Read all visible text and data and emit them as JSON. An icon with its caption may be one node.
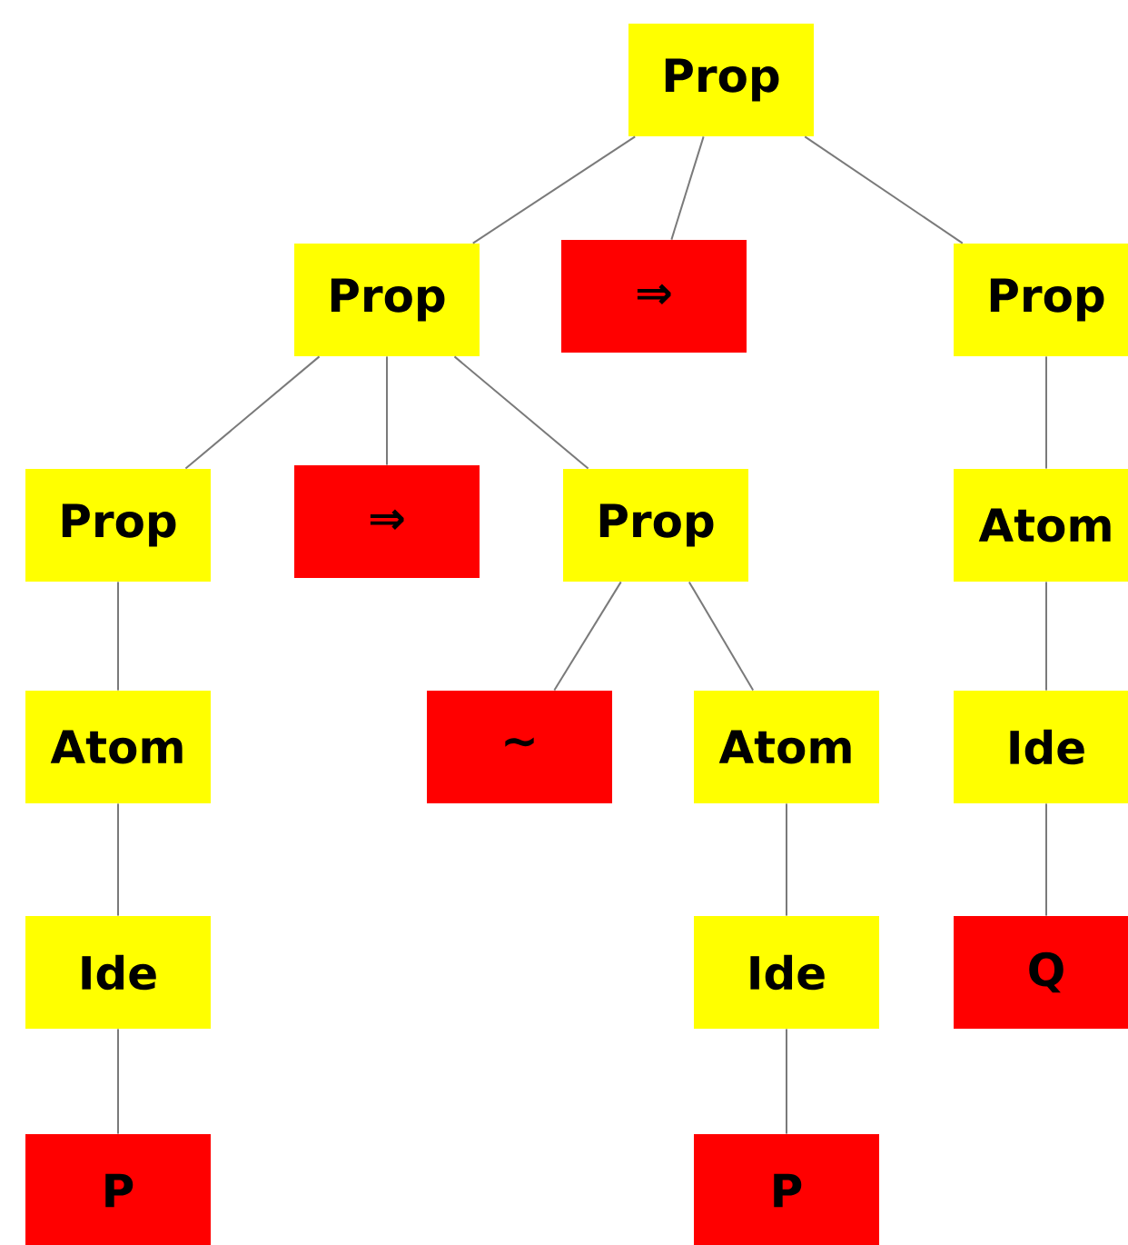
{
  "diagram": {
    "nodes": [
      {
        "text": [
          "Prop"
        ]
      },
      {
        "text": [
          "Prop"
        ]
      },
      {
        "text": [
          "⇒"
        ]
      },
      {
        "text": [
          "Prop"
        ]
      },
      {
        "text": [
          "Prop"
        ]
      },
      {
        "text": [
          "⇒"
        ]
      },
      {
        "text": [
          "Prop"
        ]
      },
      {
        "text": [
          "Atom"
        ]
      },
      {
        "text": [
          "Atom"
        ]
      },
      {
        "text": [
          "~"
        ]
      },
      {
        "text": [
          "Atom"
        ]
      },
      {
        "text": [
          "Ide"
        ]
      },
      {
        "text": [
          "Ide"
        ]
      },
      {
        "text": [
          "Ide"
        ]
      },
      {
        "text": [
          "Q"
        ]
      },
      {
        "text": [
          "P"
        ]
      },
      {
        "text": [
          "P"
        ]
      }
    ],
    "edges": [
      {
        "from": 0,
        "to": 1,
        "arrow": "none"
      },
      {
        "from": 0,
        "to": 2,
        "arrow": "none"
      },
      {
        "from": 0,
        "to": 3,
        "arrow": "none"
      },
      {
        "from": 1,
        "to": 4,
        "arrow": "none"
      },
      {
        "from": 1,
        "to": 5,
        "arrow": "none"
      },
      {
        "from": 1,
        "to": 6,
        "arrow": "none"
      },
      {
        "from": 3,
        "to": 7,
        "arrow": "none"
      },
      {
        "from": 4,
        "to": 8,
        "arrow": "none"
      },
      {
        "from": 6,
        "to": 9,
        "arrow": "none"
      },
      {
        "from": 6,
        "to": 10,
        "arrow": "none"
      },
      {
        "from": 7,
        "to": 11,
        "arrow": "none"
      },
      {
        "from": 8,
        "to": 12,
        "arrow": "none"
      },
      {
        "from": 10,
        "to": 13,
        "arrow": "none"
      },
      {
        "from": 11,
        "to": 14,
        "arrow": "none"
      },
      {
        "from": 12,
        "to": 15,
        "arrow": "none"
      },
      {
        "from": 13,
        "to": 16,
        "arrow": "none"
      }
    ]
  }
}
